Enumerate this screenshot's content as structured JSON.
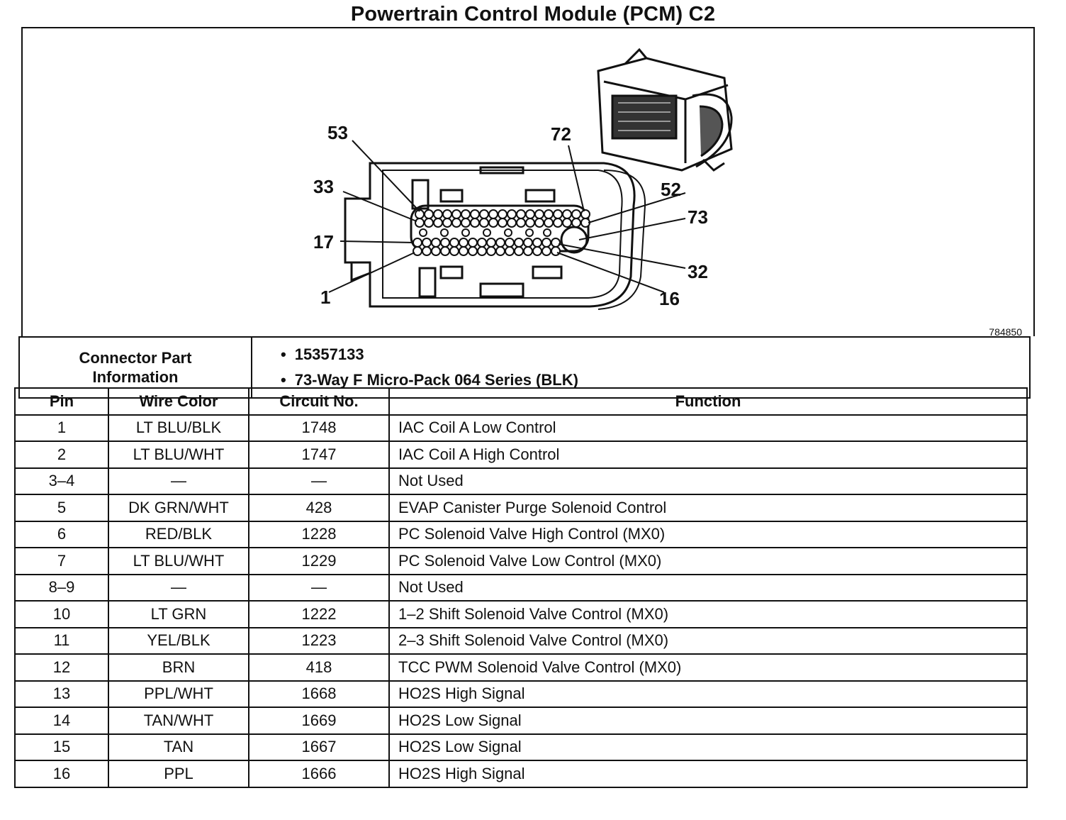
{
  "title": "Powertrain Control Module (PCM) C2",
  "figure": {
    "id": "784850",
    "pin_callouts": [
      "53",
      "72",
      "33",
      "52",
      "73",
      "17",
      "32",
      "1",
      "16"
    ]
  },
  "connector_info": {
    "label_line1": "Connector Part",
    "label_line2": "Information",
    "part_number": "15357133",
    "description": "73-Way F Micro-Pack 064 Series (BLK)"
  },
  "table": {
    "headers": {
      "pin": "Pin",
      "wire": "Wire Color",
      "circuit": "Circuit No.",
      "function": "Function"
    },
    "rows": [
      {
        "pin": "1",
        "wire": "LT BLU/BLK",
        "circuit": "1748",
        "function": "IAC Coil A Low Control"
      },
      {
        "pin": "2",
        "wire": "LT BLU/WHT",
        "circuit": "1747",
        "function": "IAC Coil A High Control"
      },
      {
        "pin": "3–4",
        "wire": "—",
        "circuit": "—",
        "function": "Not Used"
      },
      {
        "pin": "5",
        "wire": "DK GRN/WHT",
        "circuit": "428",
        "function": "EVAP Canister Purge Solenoid Control"
      },
      {
        "pin": "6",
        "wire": "RED/BLK",
        "circuit": "1228",
        "function": "PC Solenoid Valve High Control (MX0)"
      },
      {
        "pin": "7",
        "wire": "LT BLU/WHT",
        "circuit": "1229",
        "function": "PC Solenoid Valve Low Control (MX0)"
      },
      {
        "pin": "8–9",
        "wire": "—",
        "circuit": "—",
        "function": "Not Used"
      },
      {
        "pin": "10",
        "wire": "LT GRN",
        "circuit": "1222",
        "function": "1–2 Shift Solenoid Valve Control (MX0)"
      },
      {
        "pin": "11",
        "wire": "YEL/BLK",
        "circuit": "1223",
        "function": "2–3 Shift Solenoid Valve Control (MX0)"
      },
      {
        "pin": "12",
        "wire": "BRN",
        "circuit": "418",
        "function": "TCC PWM Solenoid Valve Control (MX0)"
      },
      {
        "pin": "13",
        "wire": "PPL/WHT",
        "circuit": "1668",
        "function": "HO2S High Signal"
      },
      {
        "pin": "14",
        "wire": "TAN/WHT",
        "circuit": "1669",
        "function": "HO2S Low Signal"
      },
      {
        "pin": "15",
        "wire": "TAN",
        "circuit": "1667",
        "function": "HO2S Low Signal"
      },
      {
        "pin": "16",
        "wire": "PPL",
        "circuit": "1666",
        "function": "HO2S High Signal"
      }
    ]
  }
}
